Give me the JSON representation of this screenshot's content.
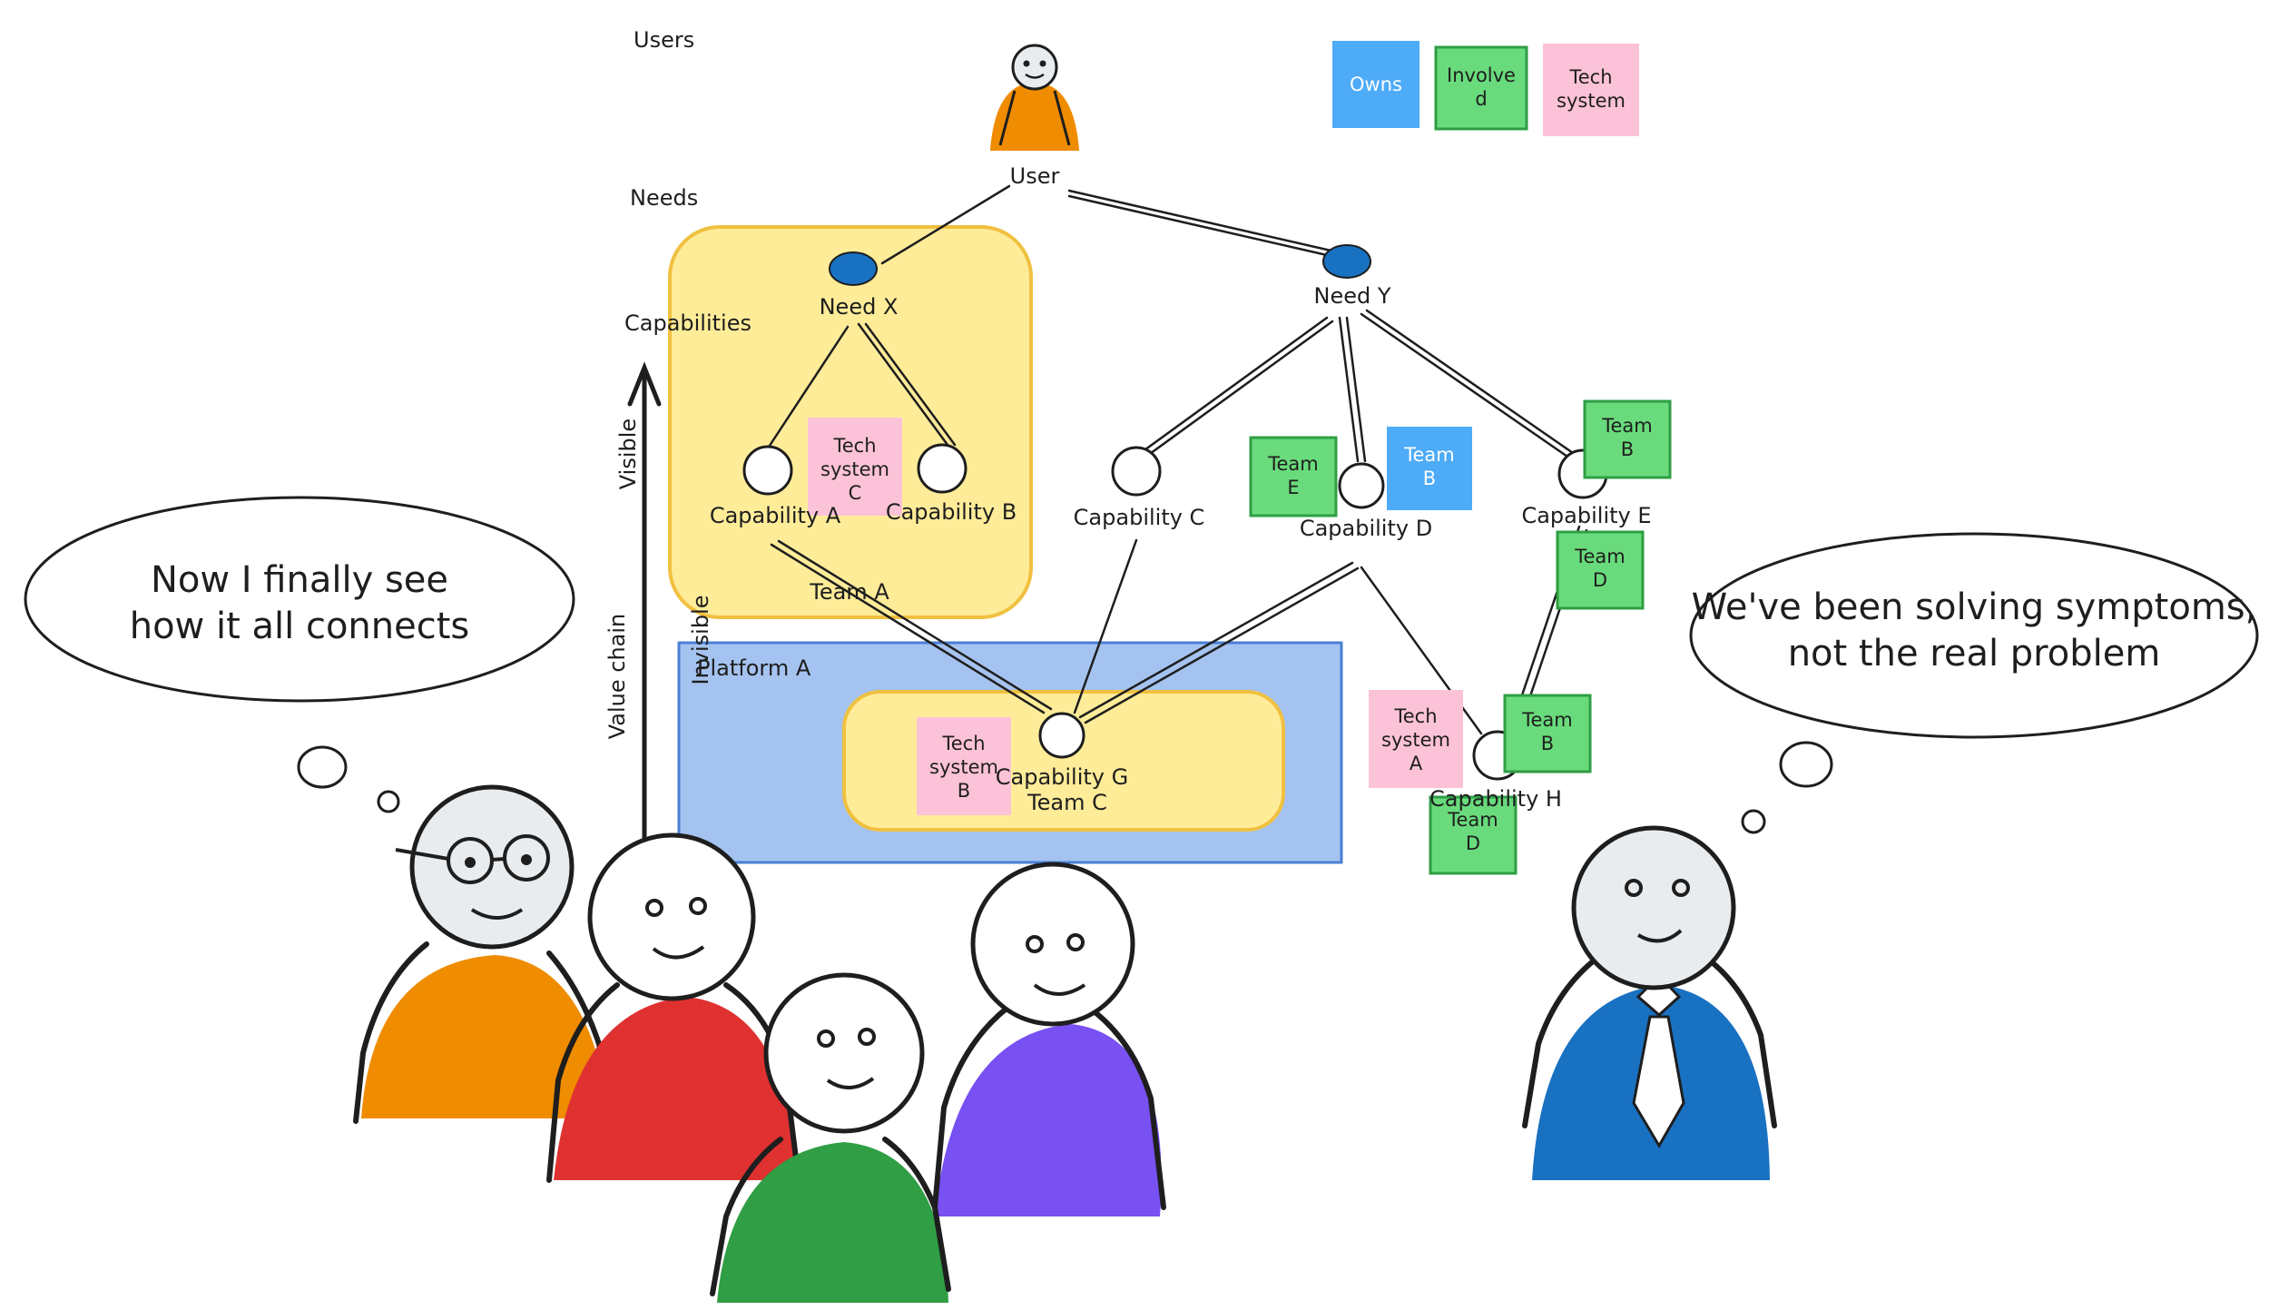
{
  "lanes": {
    "users": "Users",
    "needs": "Needs",
    "capabilities": "Capabilities",
    "axis_label": "Value chain",
    "visible": "Visible",
    "invisible": "Invisible"
  },
  "legend": {
    "owns": "Owns",
    "involved": "Involve d",
    "tech_system": "Tech system"
  },
  "nodes": {
    "user": "User",
    "need_x": "Need X",
    "need_y": "Need Y",
    "cap_a": "Capability A",
    "cap_b": "Capability B",
    "cap_c": "Capability C",
    "cap_d": "Capability D",
    "cap_e": "Capability E",
    "cap_g": "Capability G",
    "cap_h": "Capability H"
  },
  "groups": {
    "team_a": "Team A",
    "platform_a": "Platform A",
    "team_c": "Team C"
  },
  "notes": {
    "tech_c": "Tech system C",
    "tech_b": "Tech system B",
    "tech_a": "Tech system A",
    "team_e": "Team E",
    "team_b_owner": "Team B",
    "team_b_e": "Team B",
    "team_d_e": "Team D",
    "team_b_h": "Team B",
    "team_d_h": "Team D"
  },
  "bubbles": {
    "left": [
      "Now I finally see",
      "how it all connects"
    ],
    "right": [
      "We've been solving symptoms,",
      "not the real problem"
    ]
  },
  "colors": {
    "need_dot": "#1971c2",
    "team_zone": "#ffec99",
    "platform_zone": "#a5c3f0",
    "owns": "#4dabf7",
    "involved": "#69db7c",
    "tech": "#fcc2d7",
    "person_orange": "#f08c00",
    "person_red": "#e03131",
    "person_green": "#2f9e44",
    "person_purple": "#7950f2",
    "person_blue": "#1971c2"
  }
}
